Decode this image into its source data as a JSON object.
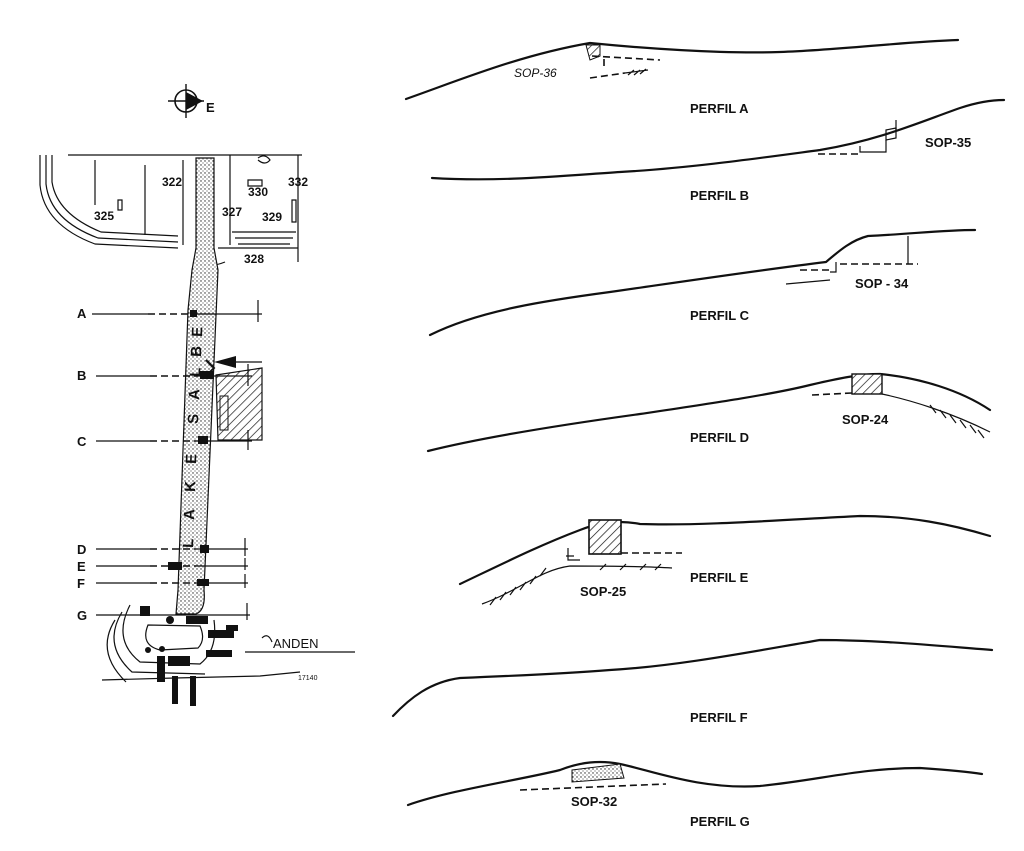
{
  "map": {
    "compass_label": "E",
    "street_name": "LAKE SALBE",
    "street_letters": [
      "L",
      "A",
      "K",
      "E",
      "S",
      "A",
      "L",
      "B",
      "E"
    ],
    "lots": [
      "322",
      "330",
      "332",
      "325",
      "327",
      "329",
      "328"
    ],
    "small_text": "17140",
    "anden_label": "ANDEN",
    "section_letters": [
      "A",
      "B",
      "C",
      "D",
      "E",
      "F",
      "G"
    ]
  },
  "profiles": [
    {
      "title": "PERFIL A",
      "sondeo": "SOP-36"
    },
    {
      "title": "PERFIL B",
      "sondeo": "SOP-35"
    },
    {
      "title": "PERFIL C",
      "sondeo": "SOP - 34"
    },
    {
      "title": "PERFIL D",
      "sondeo": "SOP-24"
    },
    {
      "title": "PERFIL E",
      "sondeo": "SOP-25"
    },
    {
      "title": "PERFIL F",
      "sondeo": ""
    },
    {
      "title": "PERFIL G",
      "sondeo": "SOP-32"
    }
  ]
}
